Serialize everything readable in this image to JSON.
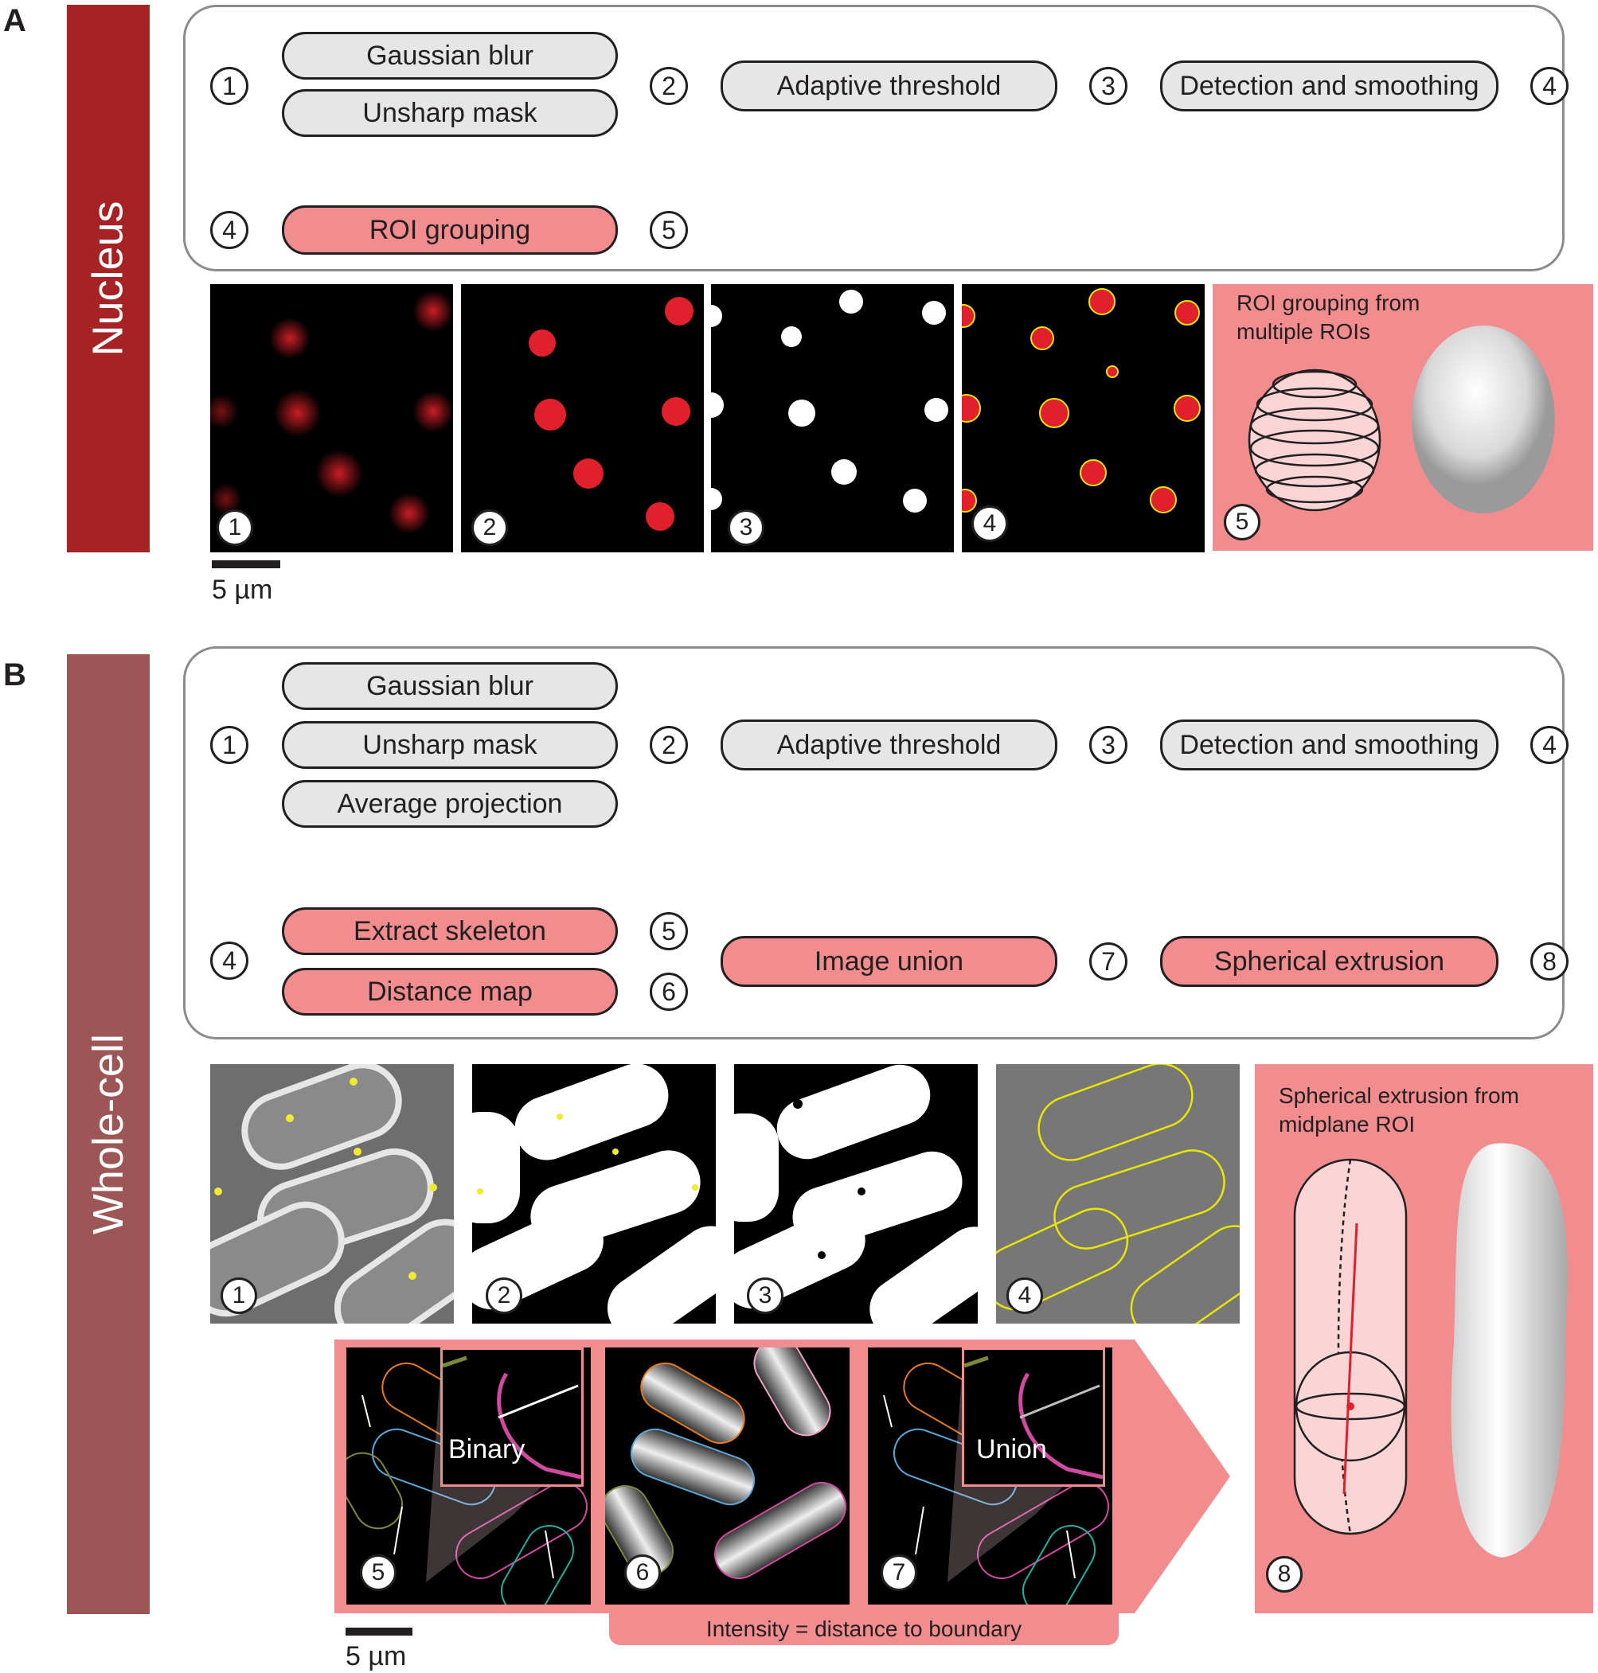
{
  "panel_a": {
    "letter": "A",
    "side_label": "Nucleus",
    "pipeline": {
      "gaussian_blur": "Gaussian blur",
      "unsharp_mask": "Unsharp mask",
      "adaptive_threshold": "Adaptive threshold",
      "detection_smoothing": "Detection and smoothing",
      "roi_grouping": "ROI grouping"
    },
    "nodes": [
      "1",
      "2",
      "3",
      "4",
      "4",
      "5"
    ],
    "image_badges": [
      "1",
      "2",
      "3",
      "4",
      "5"
    ],
    "roi_caption": "ROI grouping from\nmultiple ROIs",
    "scale_bar": "5 µm"
  },
  "panel_b": {
    "letter": "B",
    "side_label": "Whole-cell",
    "pipeline": {
      "gaussian_blur": "Gaussian blur",
      "unsharp_mask": "Unsharp mask",
      "average_projection": "Average projection",
      "adaptive_threshold": "Adaptive threshold",
      "detection_smoothing": "Detection and smoothing",
      "extract_skeleton": "Extract skeleton",
      "distance_map": "Distance map",
      "image_union": "Image union",
      "spherical_extrusion": "Spherical extrusion"
    },
    "nodes": [
      "1",
      "2",
      "3",
      "4",
      "4",
      "5",
      "6",
      "7",
      "8"
    ],
    "image_badges": [
      "1",
      "2",
      "3",
      "4",
      "5",
      "6",
      "7",
      "8"
    ],
    "inset_binary": "Binary",
    "inset_union": "Union",
    "extrusion_caption": "Spherical extrusion from\nmidplane ROI",
    "distance_caption": "Intensity = distance to boundary",
    "scale_bar": "5 µm"
  },
  "colors": {
    "nucleus_bar": "#a52225",
    "wholecell_bar": "#9c5656",
    "pink_fill": "#f28d8f",
    "grey_fill": "#e6e6e6",
    "nucleus_red": "#e0202a",
    "outline_yellow": "#e8e600"
  }
}
